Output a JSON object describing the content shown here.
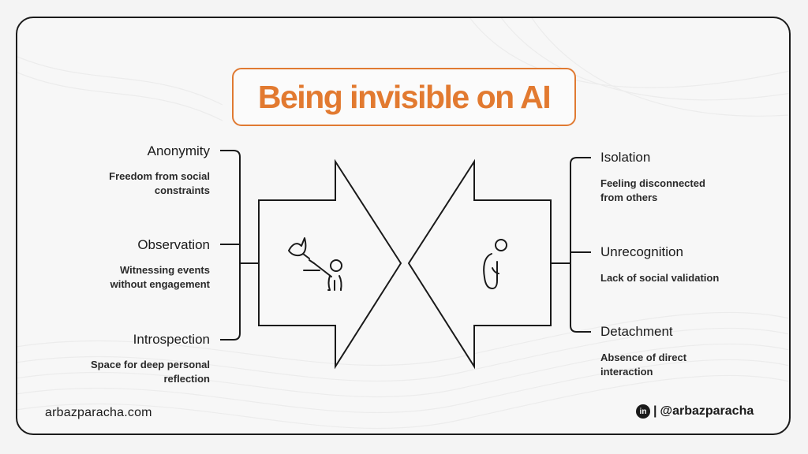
{
  "title": "Being invisible on AI",
  "left_items": [
    {
      "title": "Anonymity",
      "desc_lines": [
        "Freedom from social",
        "constraints"
      ]
    },
    {
      "title": "Observation",
      "desc_lines": [
        "Witnessing events",
        "without engagement"
      ]
    },
    {
      "title": "Introspection",
      "desc_lines": [
        "Space for deep personal",
        "reflection"
      ]
    }
  ],
  "right_items": [
    {
      "title": "Isolation",
      "desc_lines": [
        "Feeling disconnected",
        "from others"
      ]
    },
    {
      "title": "Unrecognition",
      "desc_lines": [
        "Lack of social validation"
      ]
    },
    {
      "title": "Detachment",
      "desc_lines": [
        "Absence of direct",
        "interaction"
      ]
    }
  ],
  "icons": {
    "left_arrow_icon": "person-releasing-bird-icon",
    "right_arrow_icon": "standing-person-icon",
    "social_icon": "linkedin-icon"
  },
  "colors": {
    "accent": "#e27a30",
    "ink": "#1a1a1a"
  },
  "footer": {
    "website": "arbazparacha.com",
    "linkedin_badge": "in",
    "separator": "|",
    "handle": "@arbazparacha"
  }
}
